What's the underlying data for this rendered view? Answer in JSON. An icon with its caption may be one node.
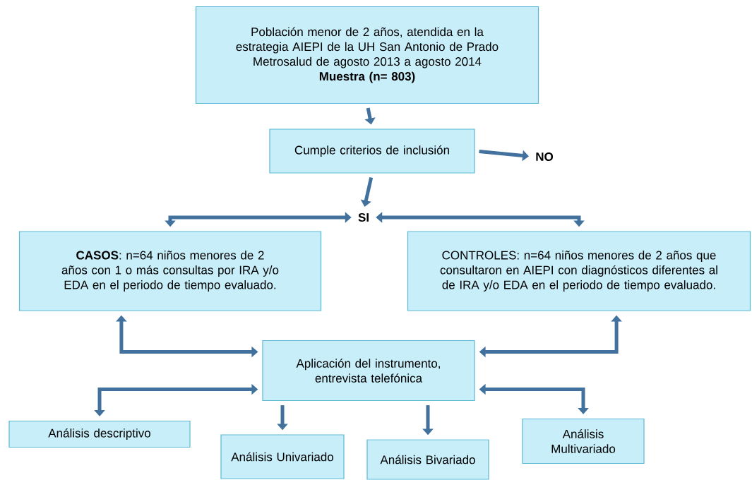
{
  "diagram": {
    "nodes": [
      {
        "text": [
          "Población menor de 2 años, atendida en la estrategia AIEPI de la UH San Antonio de Prado Metrosalud de agosto 2013 a agosto 2014",
          "Muestra (n= 803)"
        ]
      },
      {
        "text": [
          "Cumple criterios de inclusión"
        ]
      },
      {
        "text": [
          "NO"
        ]
      },
      {
        "text": [
          "SI"
        ]
      },
      {
        "text": [
          "**CASOS**: n=64 niños menores de 2 años con 1 o más consultas por IRA y/o EDA en el periodo de tiempo evaluado."
        ]
      },
      {
        "text": [
          "CONTROLES: n=64 niños menores de 2 años que consultaron en AIEPI con diagnósticos diferentes al de IRA y/o EDA en el periodo de tiempo evaluado."
        ]
      },
      {
        "text": [
          "Aplicación del instrumento, entrevista telefónica"
        ]
      },
      {
        "text": [
          "Análisis descriptivo"
        ]
      },
      {
        "text": [
          "Análisis Univariado"
        ]
      },
      {
        "text": [
          "Análisis Bivariado"
        ]
      },
      {
        "text": [
          "Análisis Multivariado"
        ]
      }
    ],
    "edges": [
      {
        "from": 0,
        "to": 1,
        "arrow": "to"
      },
      {
        "from": 1,
        "to": 2,
        "arrow": "to"
      },
      {
        "from": 1,
        "to": 3,
        "arrow": "to"
      },
      {
        "from": 3,
        "to": 4,
        "arrow": "both"
      },
      {
        "from": 3,
        "to": 5,
        "arrow": "both"
      },
      {
        "from": 4,
        "to": 6,
        "arrow": "both"
      },
      {
        "from": 5,
        "to": 6,
        "arrow": "both"
      },
      {
        "from": 6,
        "to": 7,
        "arrow": "both"
      },
      {
        "from": 6,
        "to": 8,
        "arrow": "to"
      },
      {
        "from": 6,
        "to": 9,
        "arrow": "to"
      },
      {
        "from": 6,
        "to": 10,
        "arrow": "both"
      }
    ]
  }
}
